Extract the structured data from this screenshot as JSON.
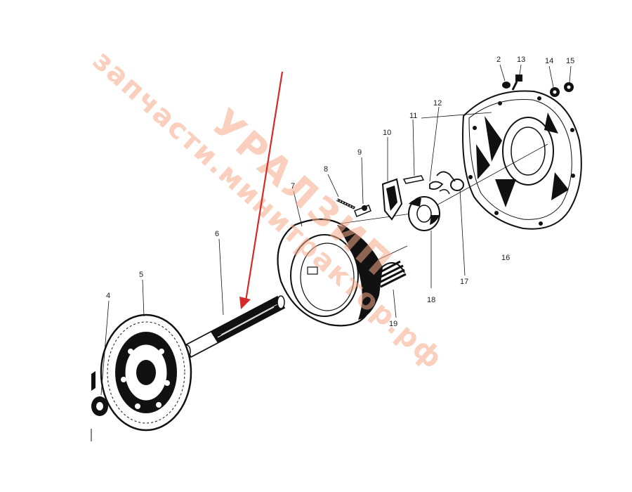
{
  "diagram": {
    "part_labels": [
      "2",
      "4",
      "5",
      "6",
      "7",
      "8",
      "9",
      "10",
      "11",
      "12",
      "13",
      "14",
      "15",
      "16",
      "17",
      "18",
      "19"
    ],
    "watermark": {
      "line1": "УРАЛЗИП",
      "line2": "запчасти.минитрактор.рф",
      "color": "#f7a98a"
    },
    "highlight_arrow": {
      "points_to_part": "6",
      "color": "#d42a2a"
    }
  }
}
